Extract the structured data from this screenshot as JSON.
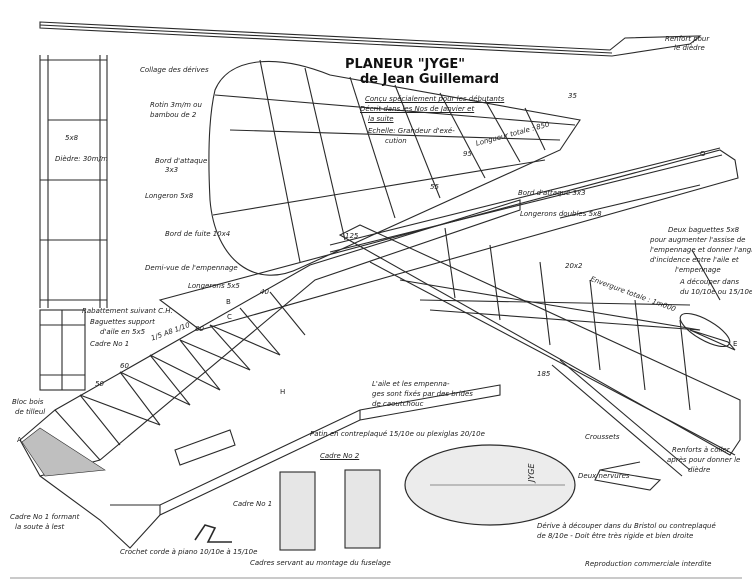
{
  "title": {
    "line1": "PLANEUR \"JYGE\"",
    "line2": "de Jean Guillemard"
  },
  "subtitle": {
    "l1": "Conçu spécialement pour les débutants",
    "l2": "Décrit dans les Nos de Janvier et",
    "l3": "la suite",
    "l4": "Echelle: Grandeur d'exé-",
    "l5": "cution"
  },
  "labels": {
    "renfort": "Renfort pour",
    "renfort2": "le dièdre",
    "collage": "Collage des dérives",
    "rotin": "Rotin 3m/m ou",
    "rotin2": "bambou de 2",
    "dim5x8": "5x8",
    "diedre": "Dièdre: 30m/m",
    "bord_attaque_left": "Bord d'attaque",
    "bord_attaque_left2": "3x3",
    "longeron_left": "Longeron 5x8",
    "bord_fuite": "Bord de fuite 10x4",
    "demi_vue": "Demi-vue de l'empennage",
    "longueur_totale": "Longueur totale : 850",
    "bord_attaque_right": "Bord d'attaque 3x3",
    "longerons_doubles": "Longerons doubles 5x8",
    "deux_baguettes1": "Deux baguettes 5x8",
    "deux_baguettes2": "pour augmenter l'assise de",
    "deux_baguettes3": "l'empennage et donner l'angle",
    "deux_baguettes4": "d'incidence entre l'aile et",
    "deux_baguettes5": "l'empennage",
    "decouper1": "A découper dans",
    "decouper2": "du 10/10e ou 15/10e",
    "envergure": "Envergure totale : 1m000",
    "rabattement": "Rabattement suivant C.H.",
    "baguettes_support1": "Baguettes support",
    "baguettes_support2": "d'aile en 5x5",
    "cadre1": "Cadre No 1",
    "longerons_fus": "Longerons 5x5",
    "bloc_bois1": "Bloc bois",
    "bloc_bois2": "de tilleul",
    "aile_empennage1": "L'aile et les empenna-",
    "aile_empennage2": "ges sont fixés par des brides",
    "aile_empennage3": "de caoutchouc",
    "patin": "Patin en contreplaqué 15/10e ou plexiglas 20/10e",
    "cadre2": "Cadre No 2",
    "cadre1_b": "Cadre No 1",
    "cadre_no1_formant": "Cadre No 1 formant",
    "cadre_no1_formant2": "la soute à lest",
    "crochet": "Crochet corde à piano 10/10e à 15/10e",
    "cadres_servant": "Cadres servant au montage du fuselage",
    "deux_nervures": "Deux nervures",
    "crousset": "Croussets",
    "renforts1": "Renforts à coller",
    "renforts2": "après pour donner le",
    "renforts3": "dièdre",
    "derive1": "Dérive à découper dans du Bristol ou contreplaqué",
    "derive2": "de 8/10e - Doit être très rigide et bien droite",
    "reproduction": "Reproduction commerciale interdite",
    "jyge_mark": "JYGE",
    "num_35": "35",
    "num_55": "55",
    "num_95": "95",
    "num_125": "125",
    "num_185": "185",
    "num_40": "40",
    "num_60": "60",
    "num_80": "80",
    "num_50": "50",
    "num_20x2": "20x2",
    "ratio": "1/5  A8  1/10",
    "let_A": "A",
    "let_B": "B",
    "let_C": "C",
    "let_H": "H",
    "let_E": "E",
    "let_O": "O"
  }
}
